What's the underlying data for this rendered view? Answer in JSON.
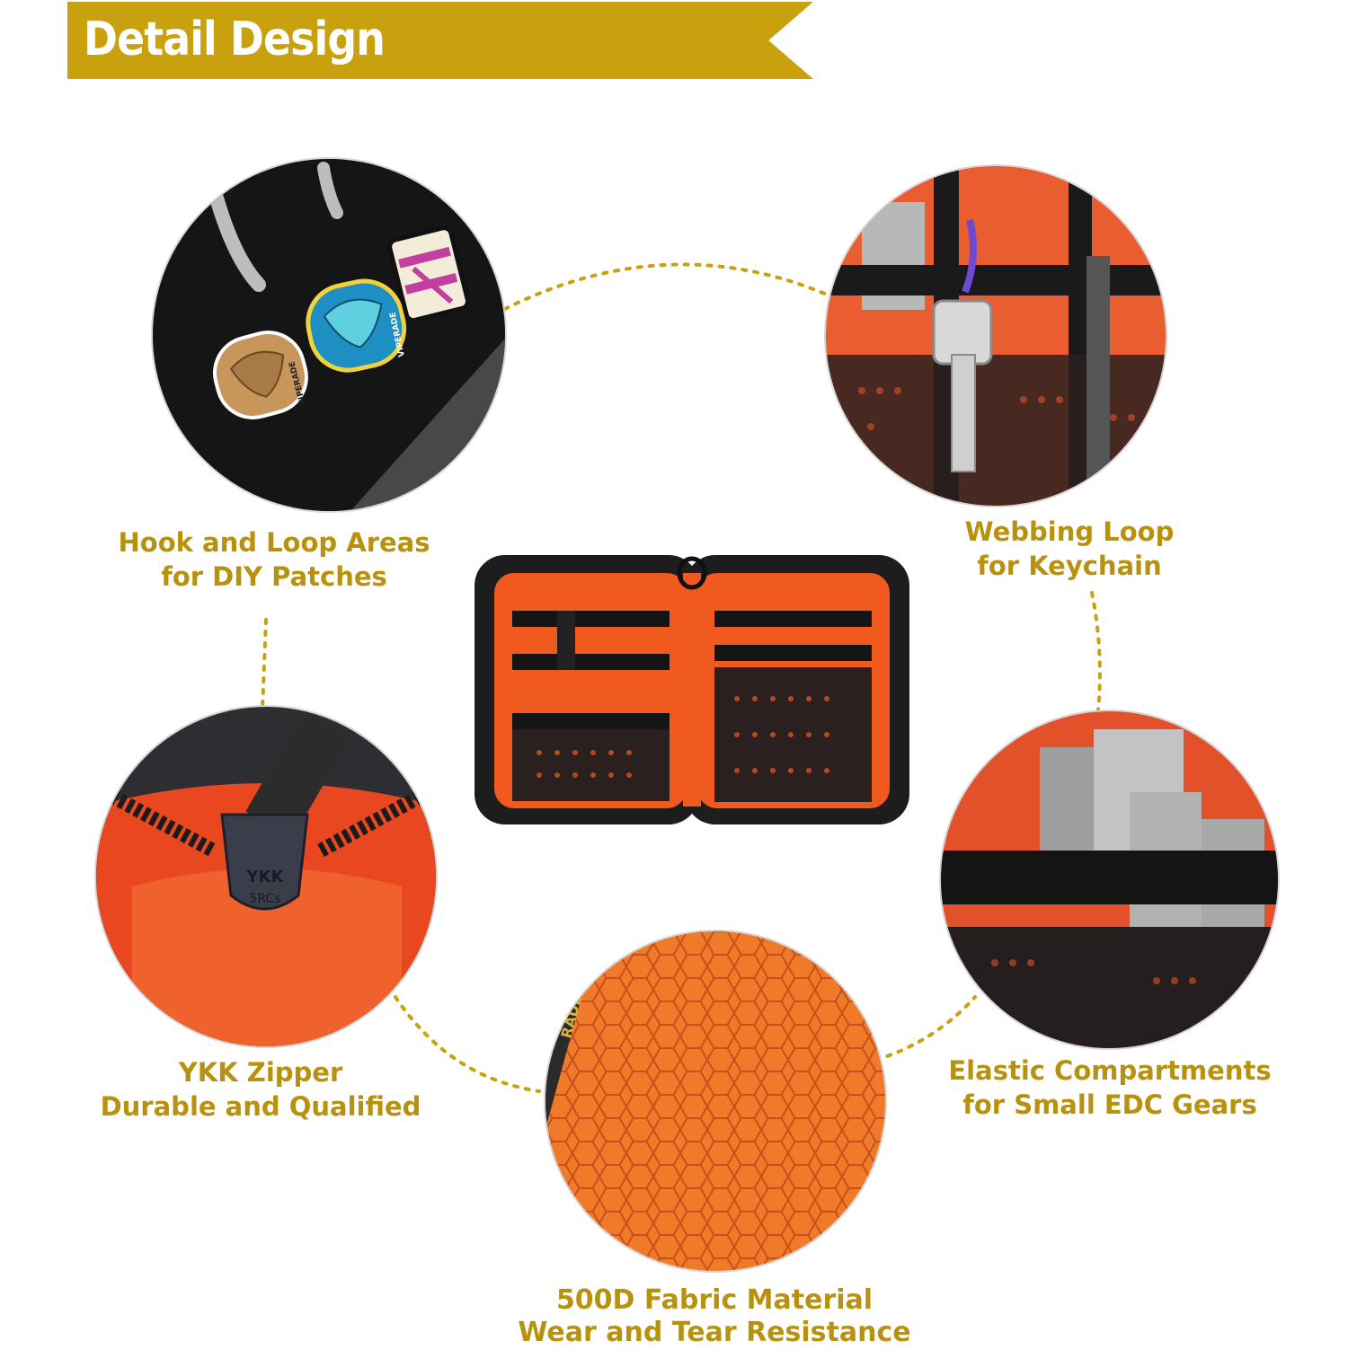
{
  "header": {
    "title": "Detail Design"
  },
  "accent_color": "#c9a10f",
  "caption_color": "#b8920e",
  "features": [
    {
      "line1": "Hook and Loop Areas",
      "line2": "for DIY Patches",
      "icon": "hook-and-loop-patches-photo"
    },
    {
      "line1": "Webbing Loop",
      "line2": "for Keychain",
      "icon": "webbing-loop-keychain-photo"
    },
    {
      "line1": "YKK Zipper",
      "line2": "Durable and Qualified",
      "icon": "ykk-zipper-photo"
    },
    {
      "line1": "Elastic Compartments",
      "line2": "for Small EDC Gears",
      "icon": "elastic-compartments-photo"
    },
    {
      "line1": "500D Fabric Material",
      "line2": "Wear and Tear Resistance",
      "icon": "hex-fabric-photo"
    }
  ],
  "photo_text": {
    "patch_brand_1": "VIPERADE",
    "patch_brand_2": "VIPERADE",
    "zipper_brand": "YKK",
    "zipper_model": "5RCs",
    "fabric_label": "RADE®"
  }
}
